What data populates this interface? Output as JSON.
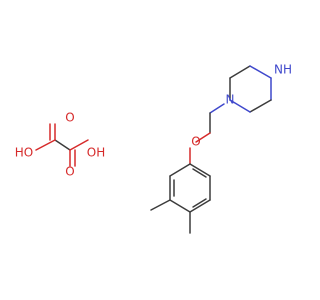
{
  "colors": {
    "carbon": "#3c3c3c",
    "oxygen": "#d62a2a",
    "nitrogen": "#3f48cc"
  },
  "labels": {
    "piperazine_nh": "NH",
    "piperazine_n": "N",
    "ether_o": "O",
    "oxalic_oh_left": "HO",
    "oxalic_oh_right": "OH",
    "oxalic_o_top": "O",
    "oxalic_o_bottom": "O"
  }
}
